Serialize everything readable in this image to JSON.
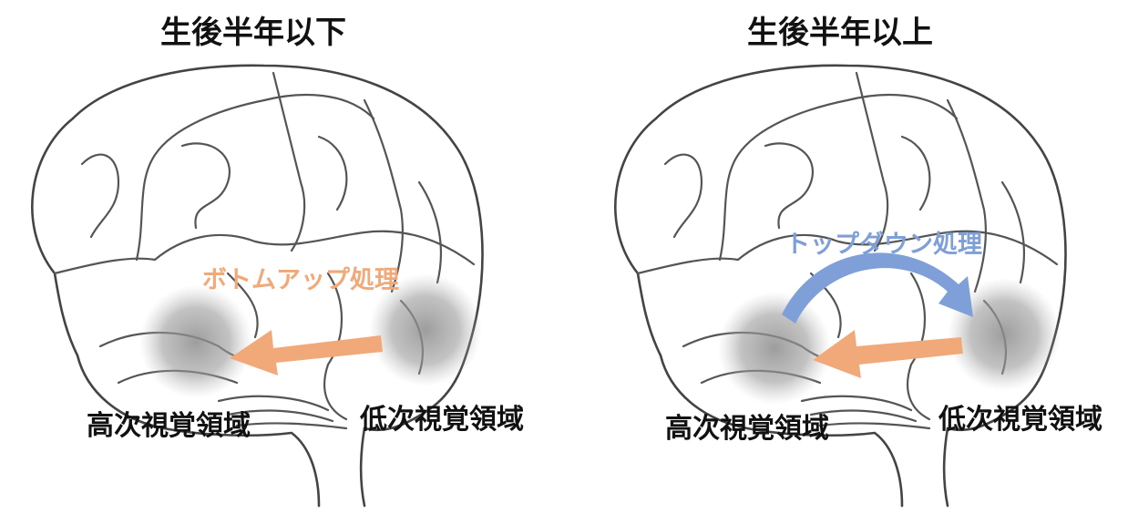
{
  "left_panel": {
    "title": "生後半年以下",
    "process_label": "ボトムアップ処理",
    "higher_area_label": "高次視覚領域",
    "lower_area_label": "低次視覚領域"
  },
  "right_panel": {
    "title": "生後半年以上",
    "process_label": "トップダウン処理",
    "higher_area_label": "高次視覚領域",
    "lower_area_label": "低次視覚領域"
  },
  "colors": {
    "bottom_up": "#f2a97a",
    "top_down": "#7f9fd8",
    "region_shade": "#8c8c8c"
  }
}
